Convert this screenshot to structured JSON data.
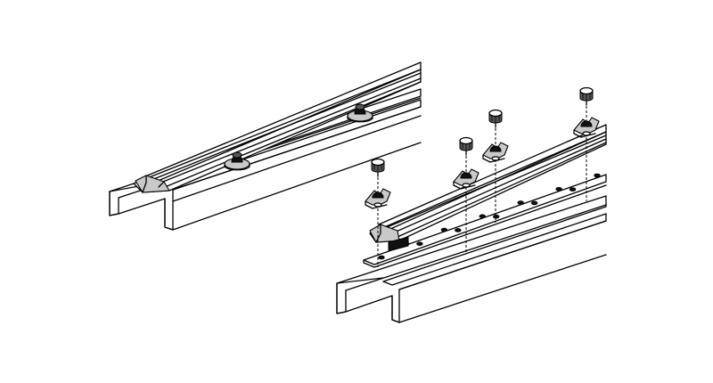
{
  "figure": {
    "background": "#ffffff",
    "line_color": "#000000",
    "shade_color": "#c9c9c9",
    "assembled_clip_count": 2,
    "exploded_clip_count": 4,
    "exploded_hole_count": 12
  }
}
